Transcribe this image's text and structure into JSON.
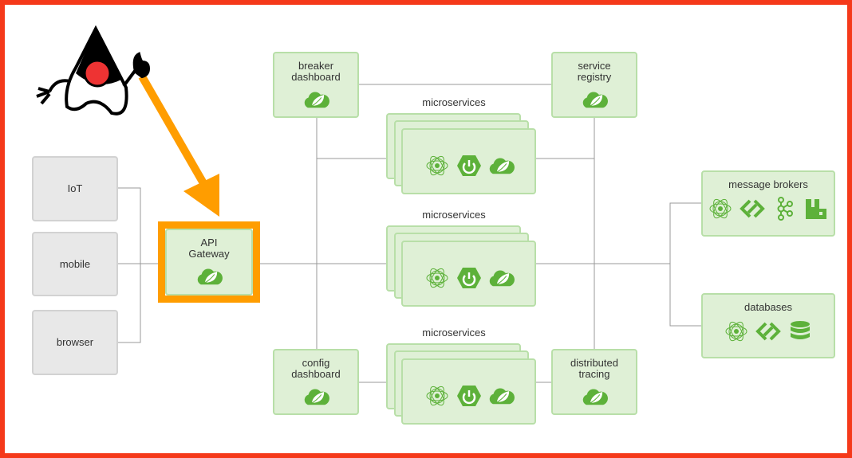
{
  "clients": [
    {
      "label": "IoT"
    },
    {
      "label": "mobile"
    },
    {
      "label": "browser"
    }
  ],
  "gateway": {
    "line1": "API",
    "line2": "Gateway",
    "icon": "spring-cloud-icon"
  },
  "breaker": {
    "line1": "breaker",
    "line2": "dashboard"
  },
  "registry": {
    "line1": "service",
    "line2": "registry"
  },
  "config": {
    "line1": "config",
    "line2": "dashboard"
  },
  "tracing": {
    "line1": "distributed",
    "line2": "tracing"
  },
  "microservices": [
    {
      "label": "microservices"
    },
    {
      "label": "microservices"
    },
    {
      "label": "microservices"
    }
  ],
  "microservice_icons": [
    "reactor-icon",
    "spring-boot-icon",
    "spring-cloud-icon"
  ],
  "message_brokers": {
    "label": "message brokers",
    "icons": [
      "reactor-icon",
      "spring-data-icon",
      "kafka-icon",
      "rabbitmq-icon"
    ]
  },
  "databases": {
    "label": "databases",
    "icons": [
      "reactor-icon",
      "spring-data-icon",
      "database-icon"
    ]
  },
  "colors": {
    "border": "#f5391a",
    "highlight": "#ff9d00",
    "spring_green": "#5db13a",
    "box_fill": "#dff0d6"
  }
}
